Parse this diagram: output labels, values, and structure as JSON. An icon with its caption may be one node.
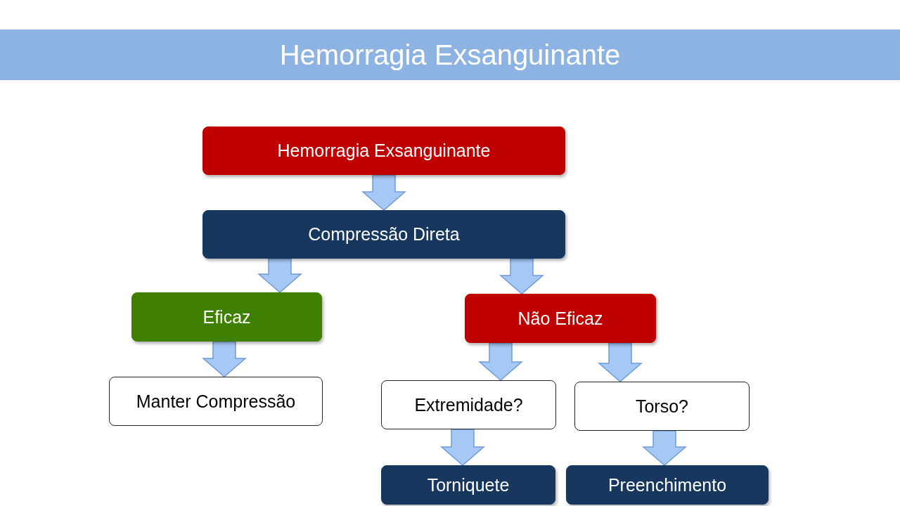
{
  "diagram": {
    "title": "Hemorragia Exsanguinante",
    "nodes": [
      {
        "text": [
          "Hemorragia Exsanguinante"
        ]
      },
      {
        "text": [
          "Compressão Direta"
        ]
      },
      {
        "text": [
          "Eficaz"
        ]
      },
      {
        "text": [
          "Não Eficaz"
        ]
      },
      {
        "text": [
          "Manter Compressão"
        ]
      },
      {
        "text": [
          "Extremidade?"
        ]
      },
      {
        "text": [
          "Torso?"
        ]
      },
      {
        "text": [
          "Torniquete"
        ]
      },
      {
        "text": [
          "Preenchimento"
        ]
      }
    ],
    "edges": [
      {
        "from": 0,
        "to": 1,
        "arrow": "to"
      },
      {
        "from": 1,
        "to": 2,
        "arrow": "to"
      },
      {
        "from": 1,
        "to": 3,
        "arrow": "to"
      },
      {
        "from": 2,
        "to": 4,
        "arrow": "to"
      },
      {
        "from": 3,
        "to": 5,
        "arrow": "to"
      },
      {
        "from": 3,
        "to": 6,
        "arrow": "to"
      },
      {
        "from": 5,
        "to": 7,
        "arrow": "to"
      },
      {
        "from": 6,
        "to": 8,
        "arrow": "to"
      }
    ]
  }
}
